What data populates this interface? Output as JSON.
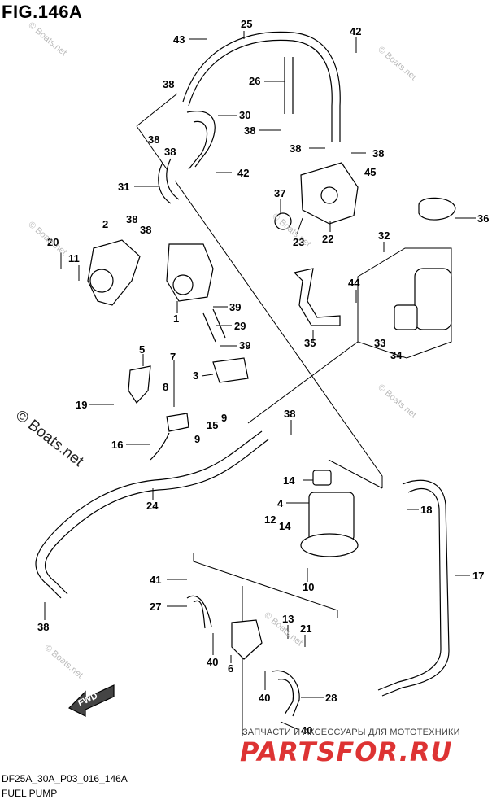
{
  "title": "FIG.146A",
  "diagram_code": "DF25A_30A_P03_016_146A",
  "diagram_name": "FUEL PUMP",
  "watermark": "© Boats.net",
  "watermark_small": "© Boats.net",
  "shop_caption": "ЗАПЧАСТИ И АКСЕССУАРЫ ДЛЯ МОТОТЕХНИКИ",
  "shop_logo": "PARTSFOR.RU",
  "fwd_label": "FWD",
  "part_numbers": [
    {
      "id": "p43",
      "text": "43"
    },
    {
      "id": "p25",
      "text": "25"
    },
    {
      "id": "p42a",
      "text": "42"
    },
    {
      "id": "p38a",
      "text": "38"
    },
    {
      "id": "p26",
      "text": "26"
    },
    {
      "id": "p30",
      "text": "30"
    },
    {
      "id": "p38b",
      "text": "38"
    },
    {
      "id": "p38c",
      "text": "38"
    },
    {
      "id": "p38d",
      "text": "38"
    },
    {
      "id": "p38e",
      "text": "38"
    },
    {
      "id": "p38f",
      "text": "38"
    },
    {
      "id": "p42b",
      "text": "42"
    },
    {
      "id": "p45",
      "text": "45"
    },
    {
      "id": "p31",
      "text": "31"
    },
    {
      "id": "p37",
      "text": "37"
    },
    {
      "id": "p36",
      "text": "36"
    },
    {
      "id": "p38g",
      "text": "38"
    },
    {
      "id": "p38h",
      "text": "38"
    },
    {
      "id": "p2",
      "text": "2"
    },
    {
      "id": "p23",
      "text": "23"
    },
    {
      "id": "p22",
      "text": "22"
    },
    {
      "id": "p32",
      "text": "32"
    },
    {
      "id": "p20",
      "text": "20"
    },
    {
      "id": "p11",
      "text": "11"
    },
    {
      "id": "p44",
      "text": "44"
    },
    {
      "id": "p1",
      "text": "1"
    },
    {
      "id": "p39a",
      "text": "39"
    },
    {
      "id": "p29",
      "text": "29"
    },
    {
      "id": "p35",
      "text": "35"
    },
    {
      "id": "p33",
      "text": "33"
    },
    {
      "id": "p34",
      "text": "34"
    },
    {
      "id": "p39b",
      "text": "39"
    },
    {
      "id": "p5",
      "text": "5"
    },
    {
      "id": "p7",
      "text": "7"
    },
    {
      "id": "p3",
      "text": "3"
    },
    {
      "id": "p8",
      "text": "8"
    },
    {
      "id": "p19",
      "text": "19"
    },
    {
      "id": "p15",
      "text": "15"
    },
    {
      "id": "p9a",
      "text": "9"
    },
    {
      "id": "p9b",
      "text": "9"
    },
    {
      "id": "p38i",
      "text": "38"
    },
    {
      "id": "p16",
      "text": "16"
    },
    {
      "id": "p14a",
      "text": "14"
    },
    {
      "id": "p4",
      "text": "4"
    },
    {
      "id": "p18",
      "text": "18"
    },
    {
      "id": "p24",
      "text": "24"
    },
    {
      "id": "p12",
      "text": "12"
    },
    {
      "id": "p14b",
      "text": "14"
    },
    {
      "id": "p17",
      "text": "17"
    },
    {
      "id": "p41",
      "text": "41"
    },
    {
      "id": "p10",
      "text": "10"
    },
    {
      "id": "p27",
      "text": "27"
    },
    {
      "id": "p38j",
      "text": "38"
    },
    {
      "id": "p13",
      "text": "13"
    },
    {
      "id": "p21",
      "text": "21"
    },
    {
      "id": "p40a",
      "text": "40"
    },
    {
      "id": "p6",
      "text": "6"
    },
    {
      "id": "p40b",
      "text": "40"
    },
    {
      "id": "p28",
      "text": "28"
    },
    {
      "id": "p40c",
      "text": "40"
    }
  ]
}
